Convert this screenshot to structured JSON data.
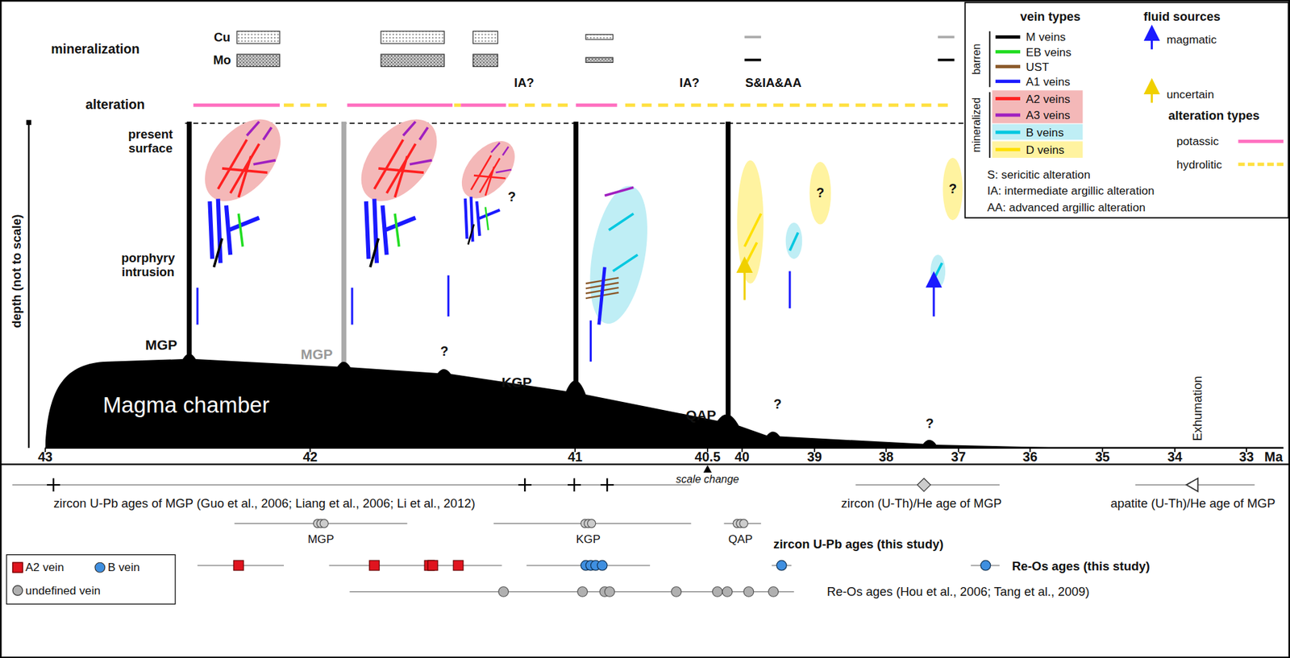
{
  "diagram": {
    "nodes": [
      {
        "text": [
          "Magma chamber"
        ]
      }
    ],
    "labels": [
      "mineralization",
      "Cu",
      "Mo",
      "alteration",
      "IA?",
      "IA?",
      "S&IA&AA",
      "present surface",
      "porphyry intrusion",
      "depth (not to scale)",
      "MGP",
      "MGP",
      "KGP",
      "QAP",
      "?",
      "?",
      "?",
      "?",
      "?",
      "?",
      "Exhumation",
      "43",
      "42",
      "41",
      "40.5",
      "40",
      "39",
      "38",
      "37",
      "36",
      "35",
      "34",
      "33",
      "Ma",
      "scale change",
      "zircon U-Pb ages of MGP (Guo et al., 2006; Liang et al., 2006; Li et al., 2012)",
      "zircon (U-Th)/He age of MGP",
      "apatite (U-Th)/He age of MGP",
      "MGP",
      "KGP",
      "QAP",
      "zircon U-Pb ages (this study)",
      "Re-Os ages (this study)",
      "Re-Os ages (Hou et al., 2006; Tang et al., 2009)",
      "vein types",
      "barren",
      "mineralized",
      "fluid sources",
      "alteration types",
      "S: sericitic alteration",
      "IA: intermediate argillic alteration",
      "AA: advanced argillic alteration"
    ],
    "legend": [
      {
        "text": "M veins",
        "color": "#000000"
      },
      {
        "text": "EB veins",
        "color": "#22dd22"
      },
      {
        "text": "UST",
        "color": "#8b5a2b"
      },
      {
        "text": "A1 veins",
        "color": "#1a1aff"
      },
      {
        "text": "A2 veins",
        "color": "#ff2020"
      },
      {
        "text": "A3 veins",
        "color": "#a020c0"
      },
      {
        "text": "B veins",
        "color": "#00c8e0"
      },
      {
        "text": "D veins",
        "color": "#ffe000"
      },
      {
        "text": "magmatic"
      },
      {
        "text": "uncertain"
      },
      {
        "text": "potassic",
        "color": "#ff70c0"
      },
      {
        "text": "hydrolitic",
        "color": "#ffe040"
      },
      {
        "text": "A2 vein",
        "color": "#e0141e"
      },
      {
        "text": "B vein",
        "color": "#3f8fe0"
      },
      {
        "text": "undefined vein",
        "color": "#b0b0b0"
      }
    ]
  }
}
